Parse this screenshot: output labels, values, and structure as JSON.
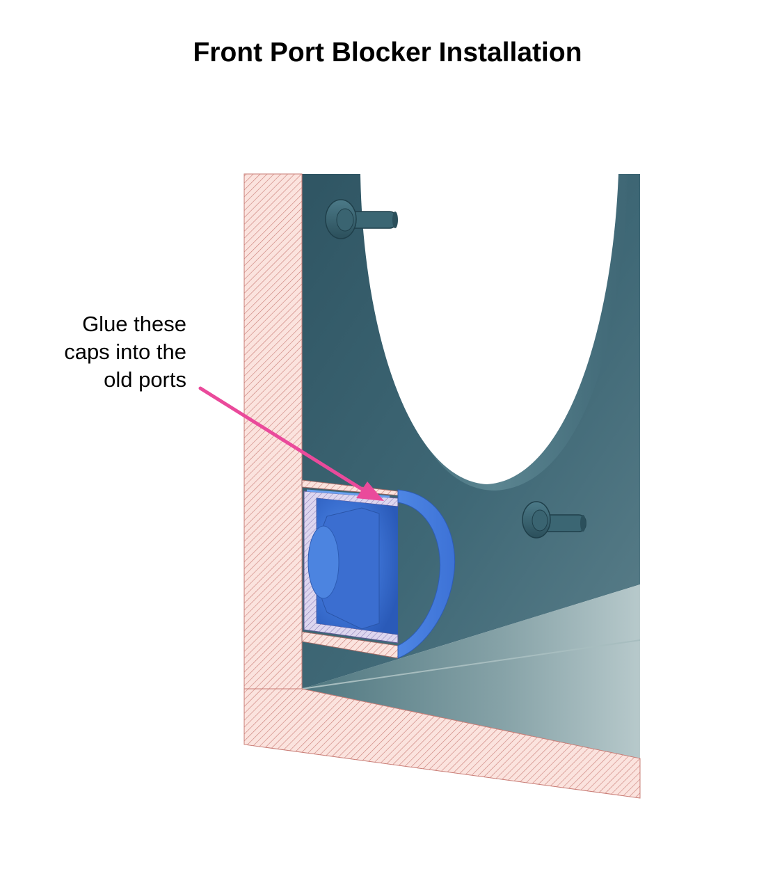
{
  "title": "Front Port Blocker Installation",
  "annotation": {
    "lines": [
      "Glue these",
      "caps into the",
      "old ports"
    ]
  },
  "colors": {
    "section_fill": "#fbe3de",
    "section_hatch": "#c97d76",
    "panel": "#3e6673",
    "cap": "#4a7fe0",
    "arrow": "#ea4a9b"
  }
}
